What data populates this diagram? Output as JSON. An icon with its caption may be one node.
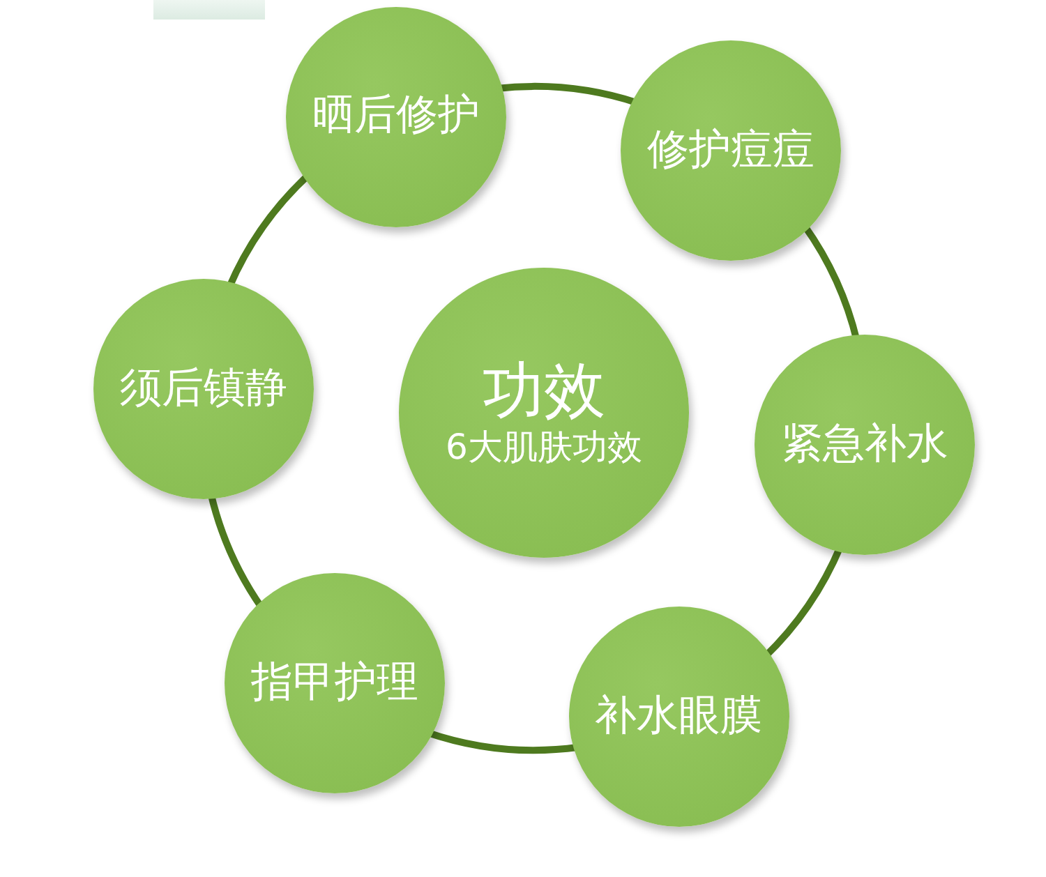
{
  "diagram": {
    "nodes": [
      {
        "text": [
          "晒后修护"
        ]
      },
      {
        "text": [
          "修护痘痘"
        ]
      },
      {
        "text": [
          "紧急补水"
        ]
      },
      {
        "text": [
          "补水眼膜"
        ]
      },
      {
        "text": [
          "指甲护理"
        ]
      },
      {
        "text": [
          "须后镇静"
        ]
      },
      {
        "text": [
          "功效",
          "6大肌肤功效"
        ]
      }
    ],
    "edges": [
      {
        "from": 0,
        "to": 1,
        "arrow": "none"
      },
      {
        "from": 1,
        "to": 2,
        "arrow": "none"
      },
      {
        "from": 2,
        "to": 3,
        "arrow": "none"
      },
      {
        "from": 3,
        "to": 4,
        "arrow": "none"
      },
      {
        "from": 4,
        "to": 5,
        "arrow": "none"
      },
      {
        "from": 5,
        "to": 0,
        "arrow": "none"
      }
    ]
  }
}
